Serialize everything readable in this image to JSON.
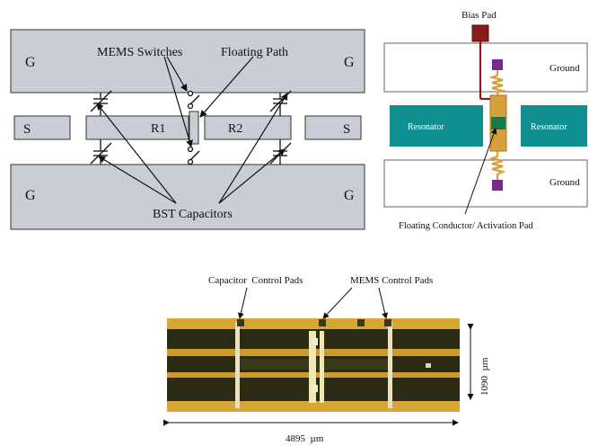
{
  "schematic": {
    "g_top_left": "G",
    "g_top_right": "G",
    "g_bottom_left": "G",
    "g_bottom_right": "G",
    "s_left": "S",
    "s_right": "S",
    "r1": "R1",
    "r2": "R2",
    "mems_switches": "MEMS Switches",
    "floating_path": "Floating Path",
    "bst_capacitors": "BST Capacitors"
  },
  "layout": {
    "bias_pad": "Bias Pad",
    "ground_top": "Ground",
    "ground_bottom": "Ground",
    "resonator_left": "Resonator",
    "resonator_right": "Resonator",
    "floating_conductor": "Floating Conductor/ Activation Pad"
  },
  "photo": {
    "capacitor_control_pads": "Capacitor  Control Pads",
    "mems_control_pads": "MEMS Control Pads",
    "height_dim": "1090  µm",
    "width_dim": "4895  µm"
  },
  "colors": {
    "schematic_fill": "#c9cdd6",
    "resonator_teal": "#0f8f8f",
    "pad_maroon": "#8b1a1a",
    "pad_purple": "#7a2a8c",
    "conductor_gold": "#d7a03a",
    "chip_gold": "#d8a632",
    "chip_dark": "#2a2b12"
  }
}
